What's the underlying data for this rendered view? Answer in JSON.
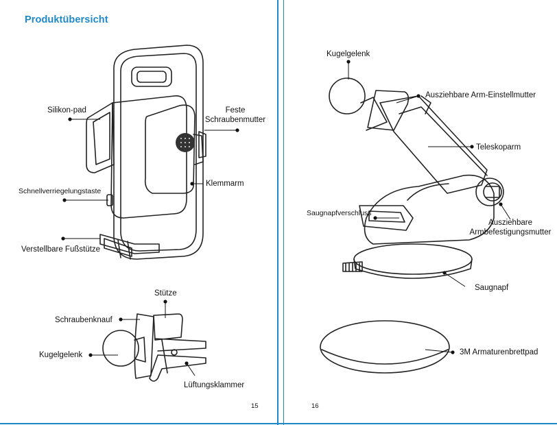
{
  "left_page": {
    "title": "Produktübersicht",
    "page_number": "15",
    "labels": {
      "silikon_pad": "Silikon-pad",
      "feste_schraubenmutter_l1": "Feste",
      "feste_schraubenmutter_l2": "Schraubenmutter",
      "klemmarm": "Klemmarm",
      "schnellverriegelungstaste": "Schnellverriegelungstaste",
      "verstellbare_fussstuetze": "Verstellbare Fußstütze",
      "stuetze": "Stütze",
      "schraubenknauf": "Schraubenknauf",
      "kugelgelenk": "Kugelgelenk",
      "lueftungsklammer": "Lüftungsklammer"
    }
  },
  "right_page": {
    "page_number": "16",
    "labels": {
      "kugelgelenk": "Kugelgelenk",
      "arm_einstellmutter": "Ausziehbare Arm-Einstellmutter",
      "teleskoparm": "Teleskoparm",
      "saugnapfverschluss": "Saugnapfverschluss",
      "armbefestigungsmutter_l1": "Ausziehbare",
      "armbefestigungsmutter_l2": "Armbefestigungsmutter",
      "saugnapf": "Saugnapf",
      "armaturenbrettpad": "3M Armaturenbrettpad"
    }
  },
  "colors": {
    "accent": "#1f88c9",
    "text": "#111111"
  }
}
